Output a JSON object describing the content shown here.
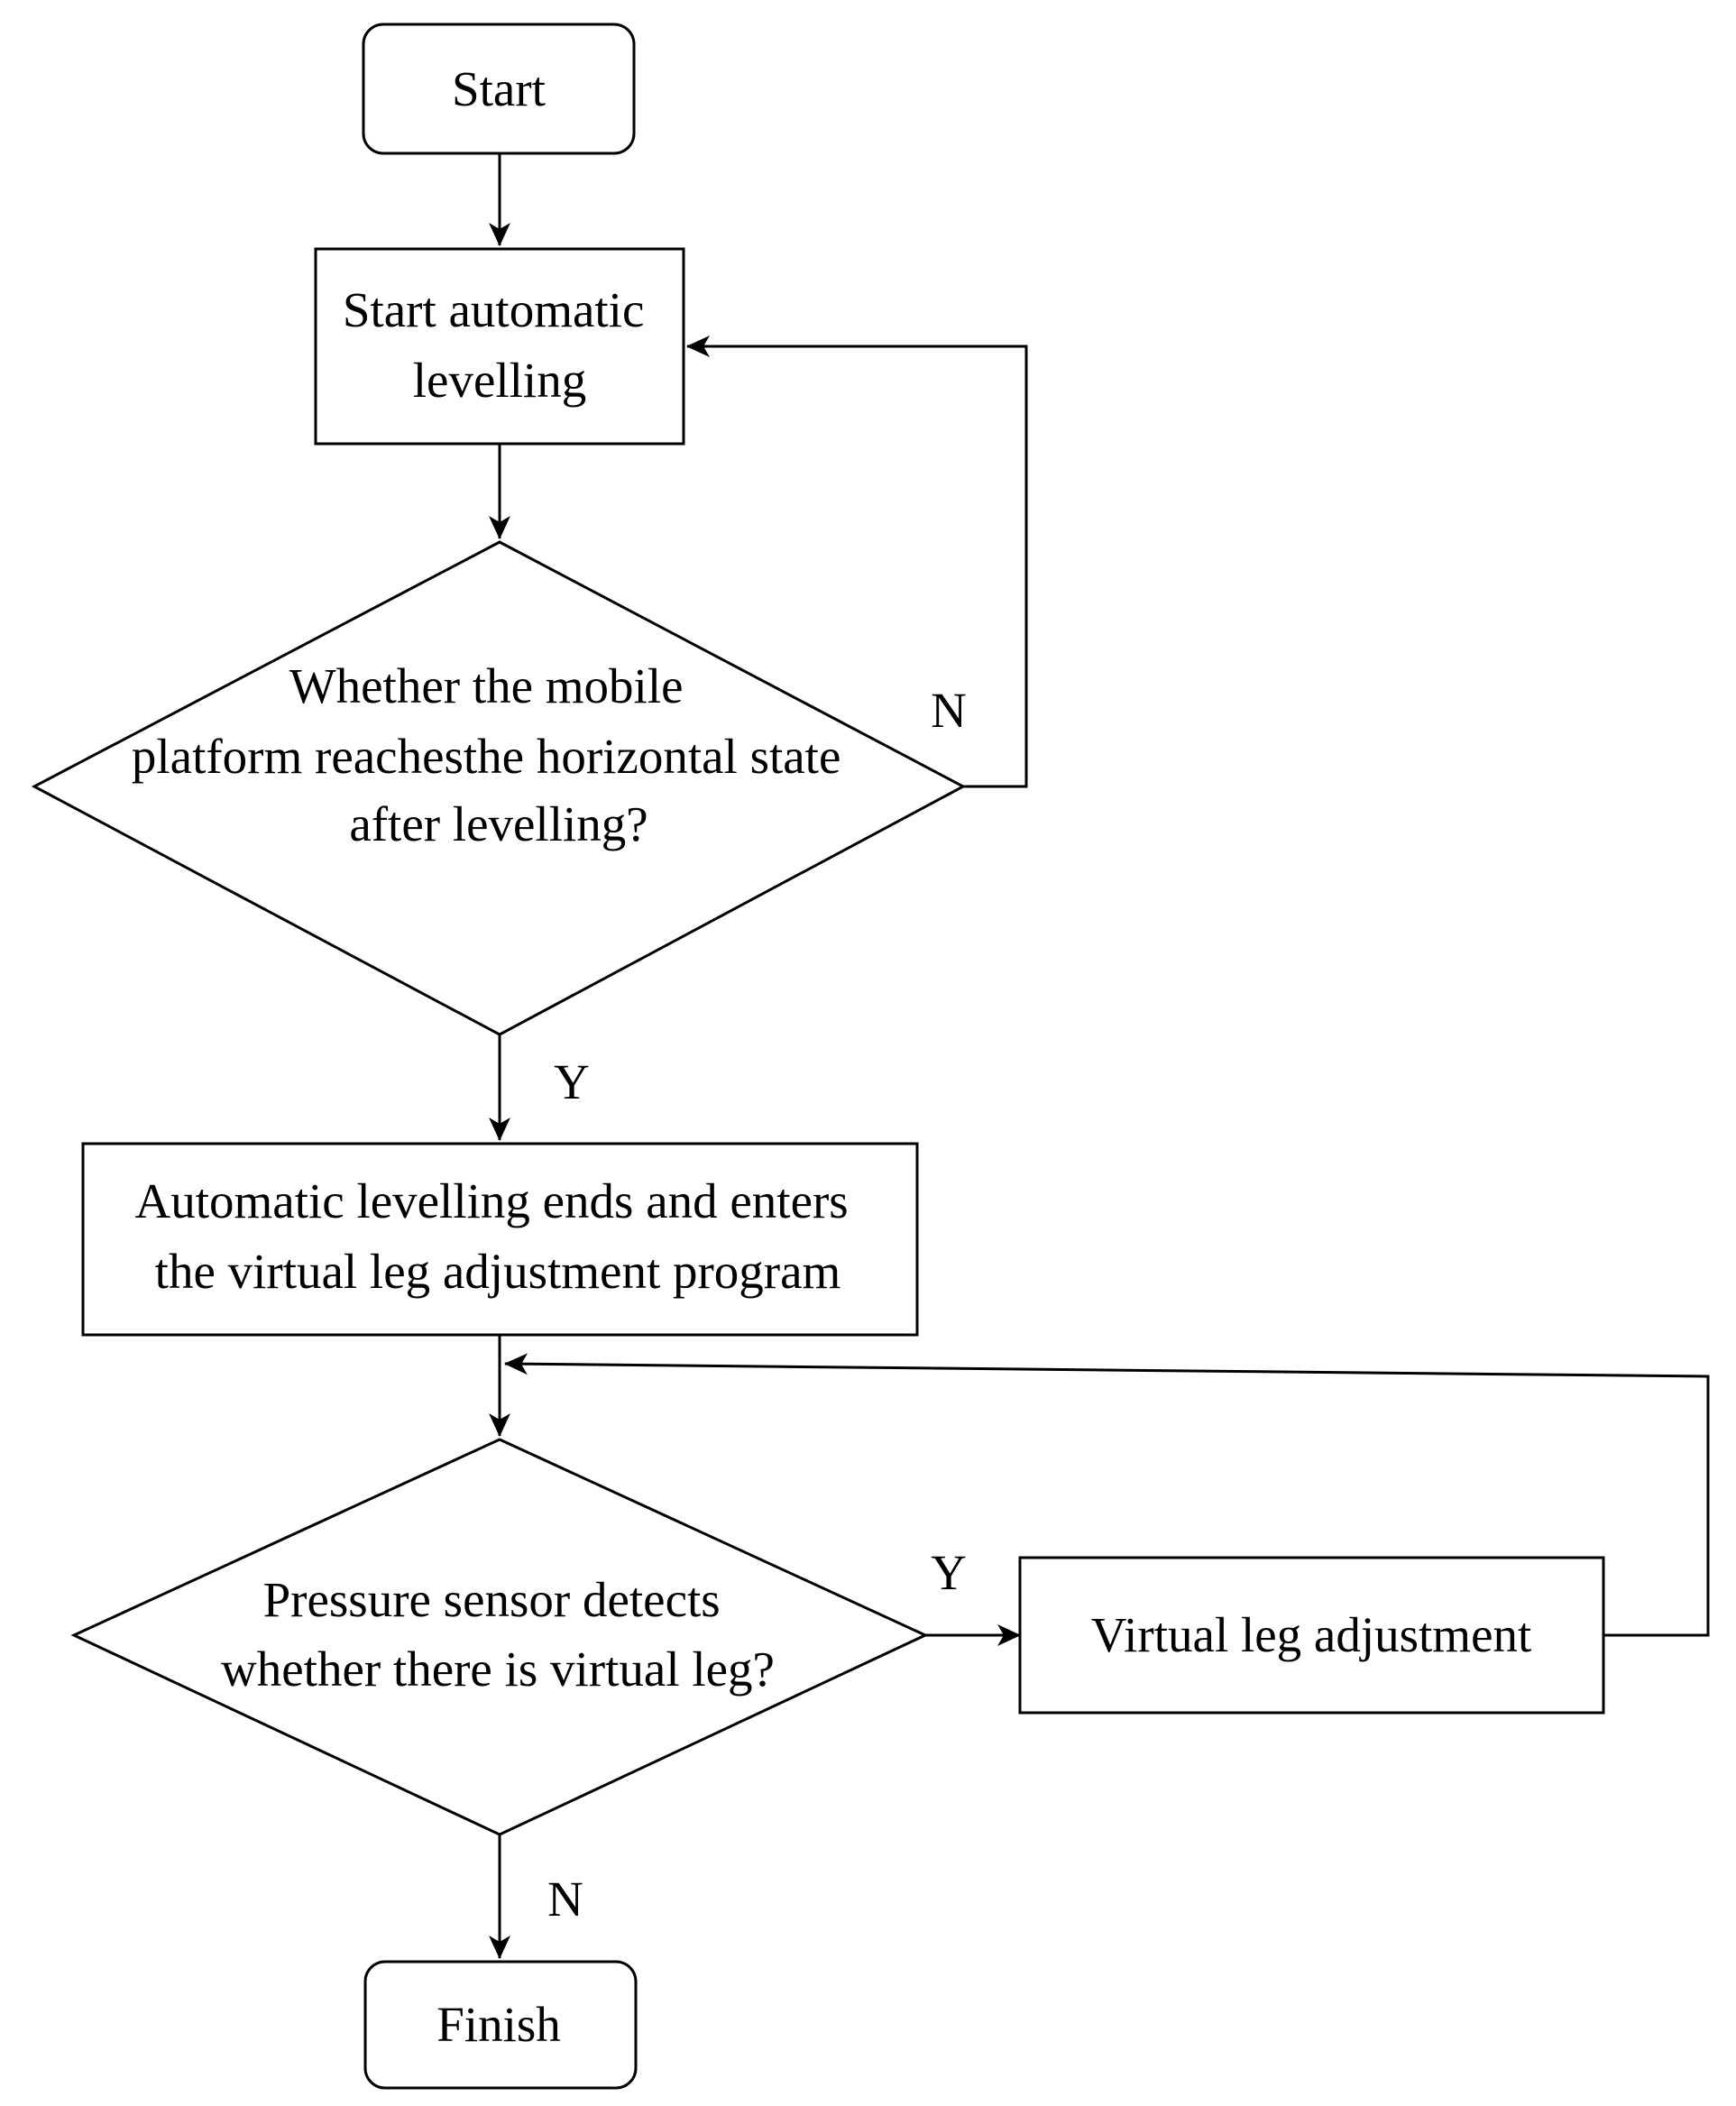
{
  "diagram": {
    "nodes": {
      "start": {
        "lines": [
          "Start"
        ]
      },
      "auto_level": {
        "lines": [
          "Start automatic",
          "levelling"
        ]
      },
      "decision_horizontal": {
        "lines": [
          "Whether the mobile",
          "platform reachesthe horizontal state",
          "after levelling?"
        ]
      },
      "virtual_leg_program": {
        "lines": [
          "Automatic levelling ends and enters",
          "the virtual leg adjustment program"
        ]
      },
      "decision_sensor": {
        "lines": [
          "Pressure sensor detects",
          "whether there is virtual leg?"
        ]
      },
      "virtual_leg_adjust": {
        "lines": [
          "Virtual leg adjustment"
        ]
      },
      "finish": {
        "lines": [
          "Finish"
        ]
      }
    },
    "edge_labels": {
      "horizontal_no": "N",
      "horizontal_yes": "Y",
      "sensor_yes": "Y",
      "sensor_no": "N"
    }
  }
}
